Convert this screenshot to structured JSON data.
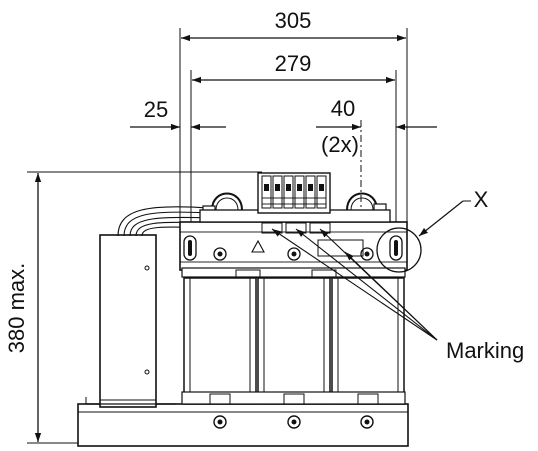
{
  "drawing": {
    "dimensions": {
      "overall_width": "305",
      "mounting_width": "279",
      "left_offset": "25",
      "right_offset": "40",
      "right_offset_qualifier": "(2x)",
      "height": "380 max."
    },
    "callouts": {
      "detail": "X",
      "marking": "Marking"
    },
    "colors": {
      "line": "#111111",
      "background": "#ffffff"
    }
  }
}
